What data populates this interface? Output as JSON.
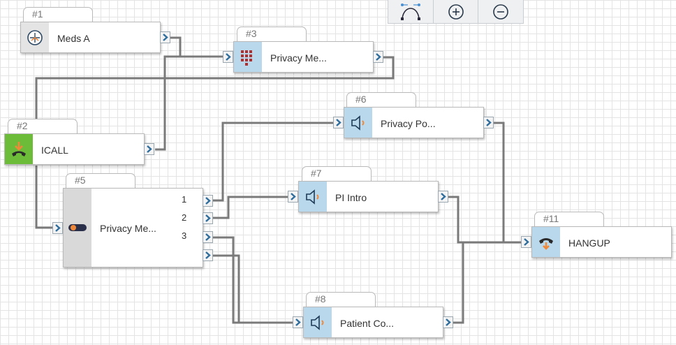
{
  "toolbar": {
    "curve_icon": "bezier-curve-icon",
    "zoom_in_icon": "zoom-in-icon",
    "zoom_out_icon": "zoom-out-icon"
  },
  "nodes": {
    "n1": {
      "tab": "#1",
      "label": "Meds A",
      "icon": "compass-arrows-icon"
    },
    "n2": {
      "tab": "#2",
      "label": "ICALL",
      "icon": "incoming-call-icon"
    },
    "n3": {
      "tab": "#3",
      "label": "Privacy Me...",
      "icon": "keypad-icon"
    },
    "n5": {
      "tab": "#5",
      "label": "Privacy Me...",
      "icon": "toggle-switch-icon",
      "outputs": [
        "1",
        "2",
        "3"
      ]
    },
    "n6": {
      "tab": "#6",
      "label": "Privacy Po...",
      "icon": "speaker-icon"
    },
    "n7": {
      "tab": "#7",
      "label": "PI Intro",
      "icon": "speaker-icon"
    },
    "n8": {
      "tab": "#8",
      "label": "Patient Co...",
      "icon": "speaker-icon"
    },
    "n11": {
      "tab": "#11",
      "label": "HANGUP",
      "icon": "hangup-phone-icon"
    }
  },
  "colors": {
    "wire": "#7a7a7a",
    "icon_panel": "#b9d8ec",
    "incoming_call_panel": "#6cbc3a",
    "port_arrow": "#2e6d9c",
    "accent_orange": "#f0883a"
  }
}
